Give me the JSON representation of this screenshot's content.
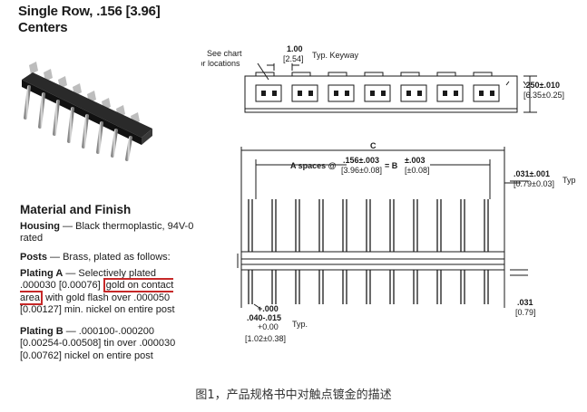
{
  "title": {
    "line1": "Single Row, .156 [3.96]",
    "line2": "Centers"
  },
  "material": {
    "heading": "Material and Finish",
    "housing_label": "Housing",
    "housing_text": " — Black thermoplastic, 94V-0 rated",
    "posts_label": "Posts",
    "posts_text": " — Brass, plated as follows:",
    "plating_a_label": "Plating A",
    "plating_a_text1": " — Selectively plated",
    "plating_a_text2": ".000030 [0.00076] ",
    "plating_a_highlight": "gold on contact area",
    "plating_a_text3": " with gold flash over .000050 [0.00127] min. nickel on entire post",
    "plating_b_label": "Plating B",
    "plating_b_text": " — .000100-.000200 [0.00254-0.00508] tin over .000030 [0.00762] nickel on entire post"
  },
  "drawing": {
    "see_chart_1": "See chart",
    "see_chart_2": "for locations",
    "keyway_val": "1.00",
    "keyway_mm": "[2.54]",
    "keyway_label": "Typ. Keyway",
    "height_val": ".250±.010",
    "height_mm": "[6.35±0.25]",
    "c_label": "C",
    "a_spaces": "A spaces @",
    "pitch_val": ".156±.003",
    "pitch_mm": "[3.96±0.08]",
    "eq_b": "= B",
    "b_val": "±.003",
    "b_mm": "[±0.08]",
    "pin_val": ".031±.001",
    "pin_mm": "[0.79±0.03]",
    "pin_typ": "Typ",
    "tail_plus": "+.000",
    "tail_val": ".040-.015",
    "tail_plus2": "+0.00",
    "tail_mm": "[1.02±0.38]",
    "tail_typ": "Typ.",
    "thick_val": ".031",
    "thick_mm": "[0.79]"
  },
  "caption": "图1，产品规格书中对触点镀金的描述"
}
